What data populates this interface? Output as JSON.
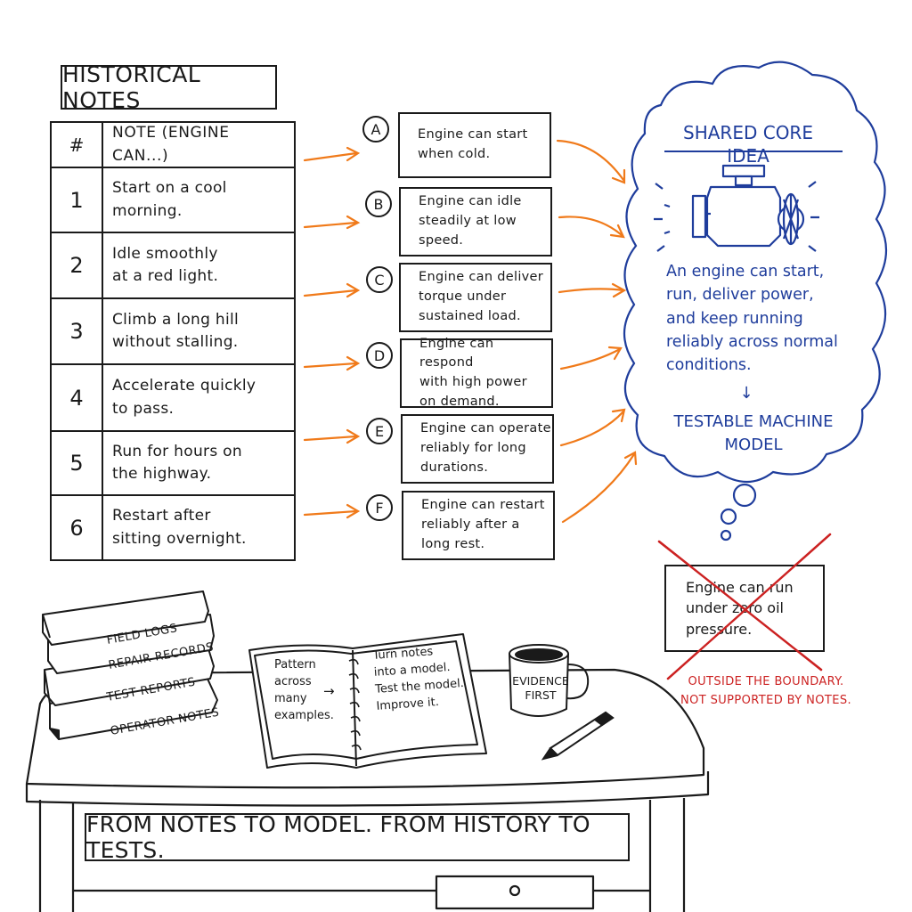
{
  "historical_notes": {
    "title": "HISTORICAL NOTES",
    "header": {
      "num": "#",
      "note": "NOTE (ENGINE CAN...)"
    },
    "rows": [
      {
        "num": "1",
        "note": "Start on a cool\nmorning."
      },
      {
        "num": "2",
        "note": "Idle smoothly\nat a red light."
      },
      {
        "num": "3",
        "note": "Climb a long hill\nwithout stalling."
      },
      {
        "num": "4",
        "note": "Accelerate quickly\nto pass."
      },
      {
        "num": "5",
        "note": "Run for hours on\nthe highway."
      },
      {
        "num": "6",
        "note": "Restart after\nsitting overnight."
      }
    ]
  },
  "statements": [
    {
      "letter": "A",
      "text": "Engine can start\nwhen cold."
    },
    {
      "letter": "B",
      "text": "Engine can idle\nsteadily at low\nspeed."
    },
    {
      "letter": "C",
      "text": "Engine can deliver\ntorque under\nsustained load."
    },
    {
      "letter": "D",
      "text": "Engine can respond\nwith high power\non demand."
    },
    {
      "letter": "E",
      "text": "Engine can operate\nreliably for long\ndurations."
    },
    {
      "letter": "F",
      "text": "Engine can restart\nreliably after a\nlong rest."
    }
  ],
  "core_idea": {
    "title": "SHARED CORE IDEA",
    "text": "An engine can start,\nrun, deliver power,\nand keep running\nreliably across normal\nconditions.",
    "arrow": "↓",
    "model": "TESTABLE MACHINE\nMODEL",
    "icon": "engine-icon"
  },
  "rejected": {
    "text": "Engine can run\nunder zero oil\npressure.",
    "note": "OUTSIDE THE BOUNDARY.\nNOT SUPPORTED BY NOTES."
  },
  "desk": {
    "books": [
      "FIELD LOGS",
      "REPAIR RECORDS",
      "TEST REPORTS",
      "OPERATOR NOTES"
    ],
    "notebook_left": "Pattern\nacross\nmany\nexamples.",
    "notebook_arrow": "→",
    "notebook_right": "Turn notes\ninto a model.\nTest the model.\nImprove it.",
    "mug": "EVIDENCE\nFIRST",
    "banner": "FROM NOTES TO MODEL. FROM HISTORY TO TESTS."
  },
  "colors": {
    "ink": "#1a1a1a",
    "arrow_orange": "#f07a1a",
    "cloud_blue": "#1f3d9c",
    "reject_red": "#cc2222"
  }
}
